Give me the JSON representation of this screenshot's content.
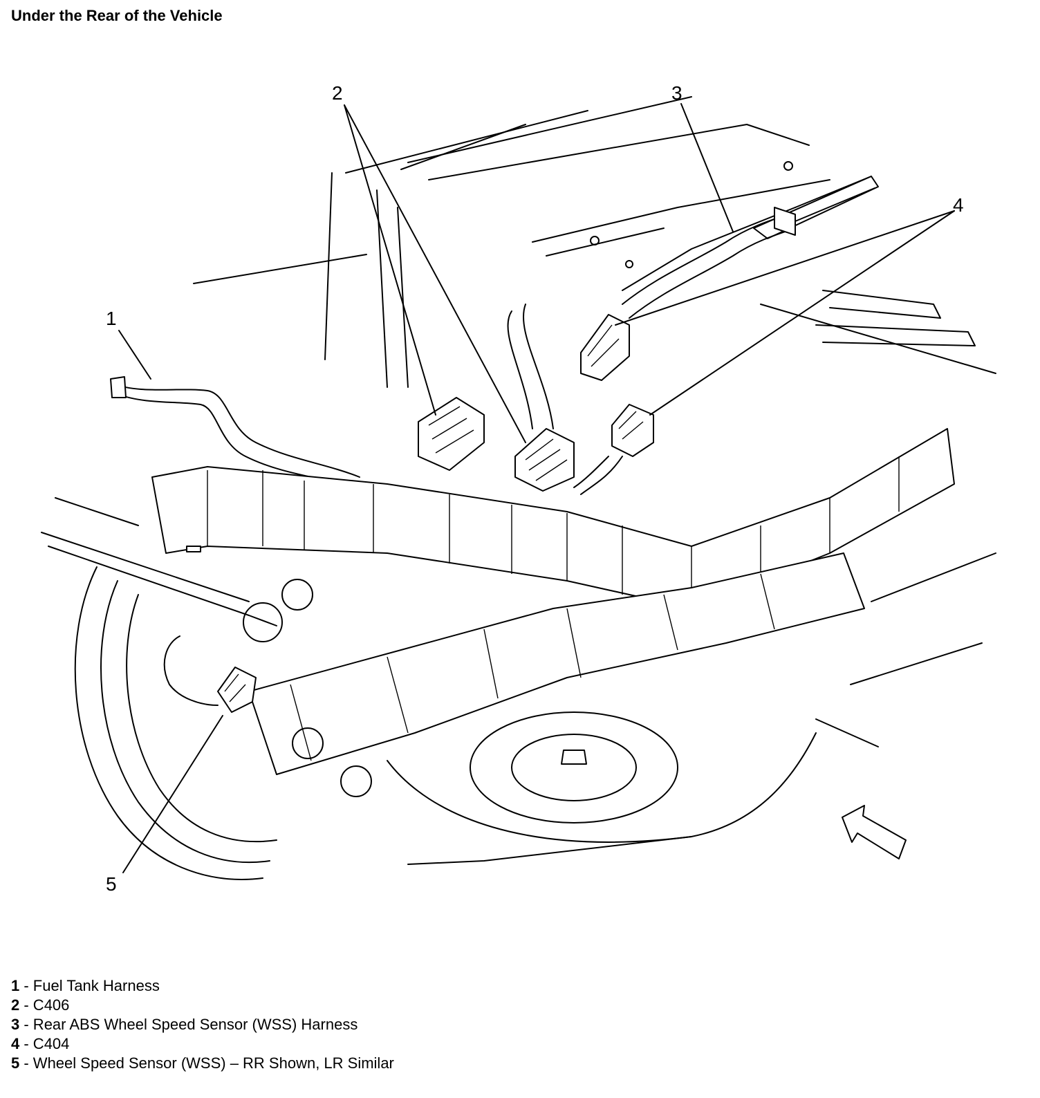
{
  "title": "Under the Rear of the Vehicle",
  "callouts": [
    "1",
    "2",
    "3",
    "4",
    "5"
  ],
  "legend": [
    {
      "num": "1",
      "text": " - Fuel Tank Harness"
    },
    {
      "num": "2",
      "text": " - C406"
    },
    {
      "num": "3",
      "text": " - Rear ABS Wheel Speed Sensor (WSS) Harness"
    },
    {
      "num": "4",
      "text": " - C404"
    },
    {
      "num": "5",
      "text": " - Wheel Speed Sensor (WSS) – RR Shown, LR Similar"
    }
  ]
}
